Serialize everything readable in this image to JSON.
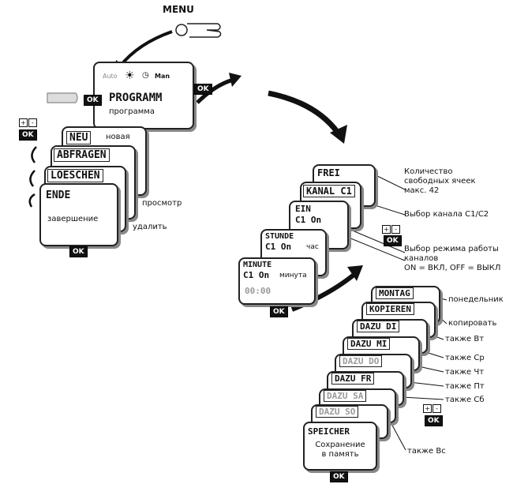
{
  "menu_label": "MENU",
  "ok_label": "OK",
  "keys": {
    "plus": "+",
    "minus": "-"
  },
  "main_card": {
    "auto": "Auto",
    "man": "Man",
    "title": "PROGRAMM",
    "subtitle": "программа"
  },
  "left_stack": [
    {
      "code": "NEU",
      "label": "новая"
    },
    {
      "code": "ABFRAGEN",
      "label": "просмотр"
    },
    {
      "code": "LOESCHEN",
      "label": "удалить"
    },
    {
      "code": "ENDE",
      "label": "завершение"
    }
  ],
  "mid_stack": {
    "frei": "FREI",
    "kanal": "KANAL C1",
    "ein": {
      "title": "EIN",
      "value": "C1 On"
    },
    "stunde": {
      "title": "STUNDE",
      "value": "C1 On",
      "unit": "час"
    },
    "minute": {
      "title": "MINUTE",
      "value": "C1 On",
      "unit": "минута",
      "time": "00:00"
    }
  },
  "mid_notes": {
    "free": "Количество\nсвободных ячеек\nмакс. 42",
    "channel": "Выбор канала C1/C2",
    "mode": "Выбор режима работы\nканалов\nON = ВКЛ, OFF = ВЫКЛ"
  },
  "day_stack": [
    {
      "code": "MONTAG",
      "label": "понедельник",
      "dim": false
    },
    {
      "code": "KOPIEREN",
      "label": "копировать",
      "dim": false
    },
    {
      "code": "DAZU DI",
      "label": "также Вт",
      "dim": false
    },
    {
      "code": "DAZU MI",
      "label": "также Ср",
      "dim": false
    },
    {
      "code": "DAZU DO",
      "label": "также Чт",
      "dim": true
    },
    {
      "code": "DAZU FR",
      "label": "также Пт",
      "dim": false
    },
    {
      "code": "DAZU SA",
      "label": "также Сб",
      "dim": true
    },
    {
      "code": "DAZU SO",
      "label": "также Вс",
      "dim": true
    }
  ],
  "save_card": {
    "code": "SPEICHER",
    "label": "Сохранение\nв память"
  }
}
